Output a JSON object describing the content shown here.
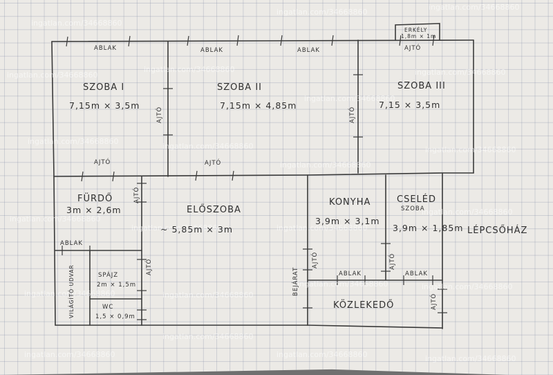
{
  "watermark": "ingatlan.com/34668860",
  "rooms": {
    "szoba1": {
      "name": "SZOBA I",
      "dims": "7,15m × 3,5m"
    },
    "szoba2": {
      "name": "SZOBA II",
      "dims": "7,15m × 4,85m"
    },
    "szoba3": {
      "name": "SZOBA III",
      "dims": "7,15 × 3,5m"
    },
    "furdo": {
      "name": "FÜRDŐ",
      "dims": "3m × 2,6m"
    },
    "eloszoba": {
      "name": "ELŐSZOBA",
      "dims": "~ 5,85m × 3m"
    },
    "konyha": {
      "name": "KONYHA",
      "dims": "3,9m × 3,1m"
    },
    "cseled": {
      "name": "CSELÉD",
      "name2": "SZOBA",
      "dims": "3,9m × 1,85m"
    },
    "spajz": {
      "name": "SPÁJZ",
      "dims": "2m × 1,5m"
    },
    "wc": {
      "name": "WC",
      "dims": "1,5 × 0,9m"
    },
    "kozlekedo": {
      "name": "KÖZLEKEDŐ"
    },
    "lepcsohaz": {
      "name": "LÉPCSŐHÁZ"
    },
    "erkely": {
      "name": "ERKÉLY",
      "dims": "1,8m × 1m"
    }
  },
  "labels": {
    "ablak": "ABLAK",
    "ajto": "AJTÓ",
    "bejarat": "BEJÁRAT",
    "szellozo": "VILÁGÍTÓ UDVAR"
  }
}
